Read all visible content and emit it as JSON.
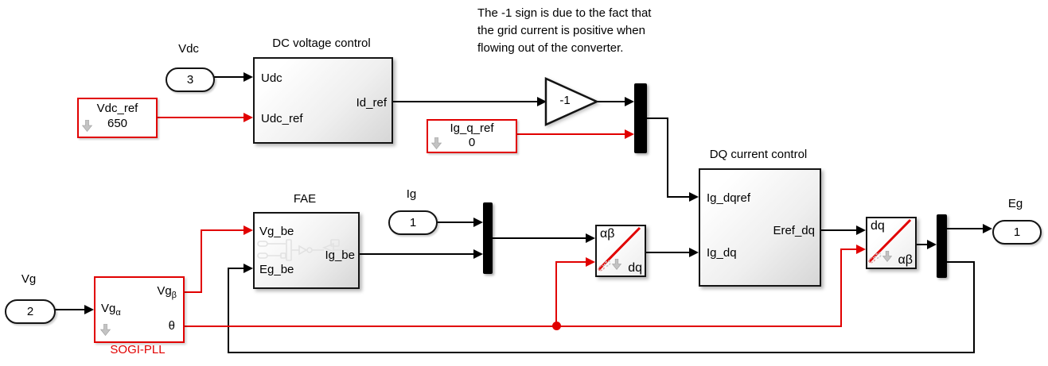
{
  "annotation": {
    "line1": "The -1 sign is due to the fact that",
    "line2": "the grid current is positive when",
    "line3": "flowing out of the converter."
  },
  "inports": {
    "vdc": {
      "label": "Vdc",
      "value": "3"
    },
    "ig": {
      "label": "Ig",
      "value": "1"
    },
    "vg": {
      "label": "Vg",
      "value": "2"
    }
  },
  "outports": {
    "eg": {
      "label": "Eg",
      "value": "1"
    }
  },
  "constants": {
    "vdc_ref": {
      "name": "Vdc_ref",
      "value": "650"
    },
    "ig_q_ref": {
      "name": "Ig_q_ref",
      "value": "0"
    }
  },
  "subsystems": {
    "dc_voltage_control": {
      "title": "DC voltage control",
      "in1": "Udc",
      "in2": "Udc_ref",
      "out1": "Id_ref"
    },
    "dq_current_control": {
      "title": "DQ current control",
      "in1": "Ig_dqref",
      "in2": "Ig_dq",
      "out1": "Eref_dq"
    },
    "fae": {
      "title": "FAE",
      "in1": "Vg_be",
      "in2": "Eg_be",
      "out1": "Ig_be"
    },
    "sogi_pll": {
      "title": "SOGI-PLL",
      "in1_base": "Vg",
      "in1_sub": "α",
      "out1_base": "Vg",
      "out1_sub": "β",
      "out2": "θ"
    }
  },
  "gain": {
    "value": "-1"
  },
  "transforms": {
    "ab_to_dq": {
      "top": "αβ",
      "bottom": "dq"
    },
    "dq_to_ab": {
      "top": "dq",
      "bottom": "αβ"
    }
  },
  "colors": {
    "signal_red": "#e10000",
    "line_black": "#000000",
    "block_fill_dark": "#d6d6d6"
  }
}
